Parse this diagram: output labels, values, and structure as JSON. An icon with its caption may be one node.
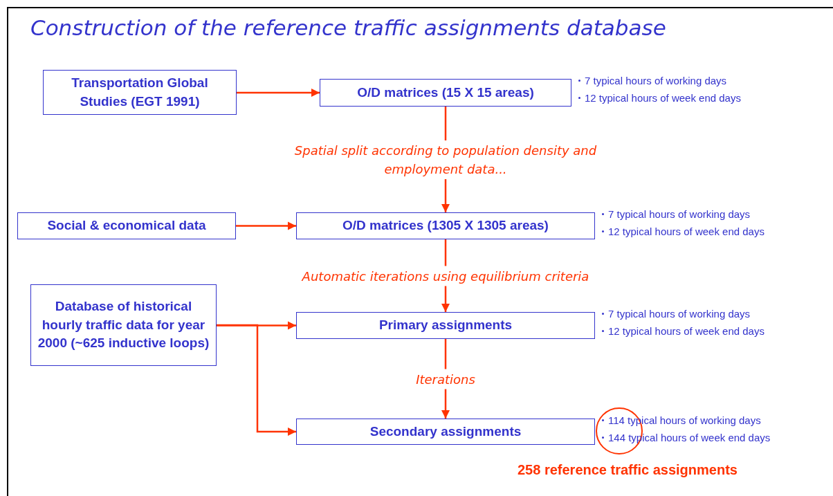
{
  "diagram": {
    "title": "Construction of the reference traffic assignments database",
    "nodes": [
      {
        "text": [
          "Transportation Global Studies (EGT 1991)"
        ]
      },
      {
        "text": [
          "O/D matrices (15 X 15 areas)"
        ],
        "beside": [
          "7 typical hours of working days",
          "12 typical hours of week end days"
        ]
      },
      {
        "text": [
          "Social & economical data"
        ]
      },
      {
        "text": [
          "O/D matrices (1305 X 1305 areas)"
        ],
        "beside": [
          "7 typical hours of working days",
          "12 typical hours of week end days"
        ]
      },
      {
        "text": [
          "Database of historical hourly traffic data for year 2000 (~625 inductive loops)"
        ]
      },
      {
        "text": [
          "Primary assignments"
        ],
        "beside": [
          "7 typical hours of working days",
          "12 typical hours of week end days"
        ]
      },
      {
        "text": [
          "Secondary assignments"
        ],
        "beside": [
          "114 typical hours of working days",
          "144 typical hours of week end days"
        ]
      }
    ],
    "edges": [
      {
        "from": 0,
        "to": 1,
        "arrow": "to"
      },
      {
        "from": 1,
        "to": 3,
        "arrow": "to",
        "label": "Spatial split according to population density and employment data..."
      },
      {
        "from": 2,
        "to": 3,
        "arrow": "to"
      },
      {
        "from": 3,
        "to": 5,
        "arrow": "to",
        "label": "Automatic iterations using equilibrium criteria"
      },
      {
        "from": 4,
        "to": 5,
        "arrow": "to"
      },
      {
        "from": 4,
        "to": 6,
        "arrow": "to"
      },
      {
        "from": 5,
        "to": 6,
        "arrow": "to",
        "label": "Iterations"
      }
    ],
    "labels": [
      "258 reference traffic assignments"
    ]
  }
}
